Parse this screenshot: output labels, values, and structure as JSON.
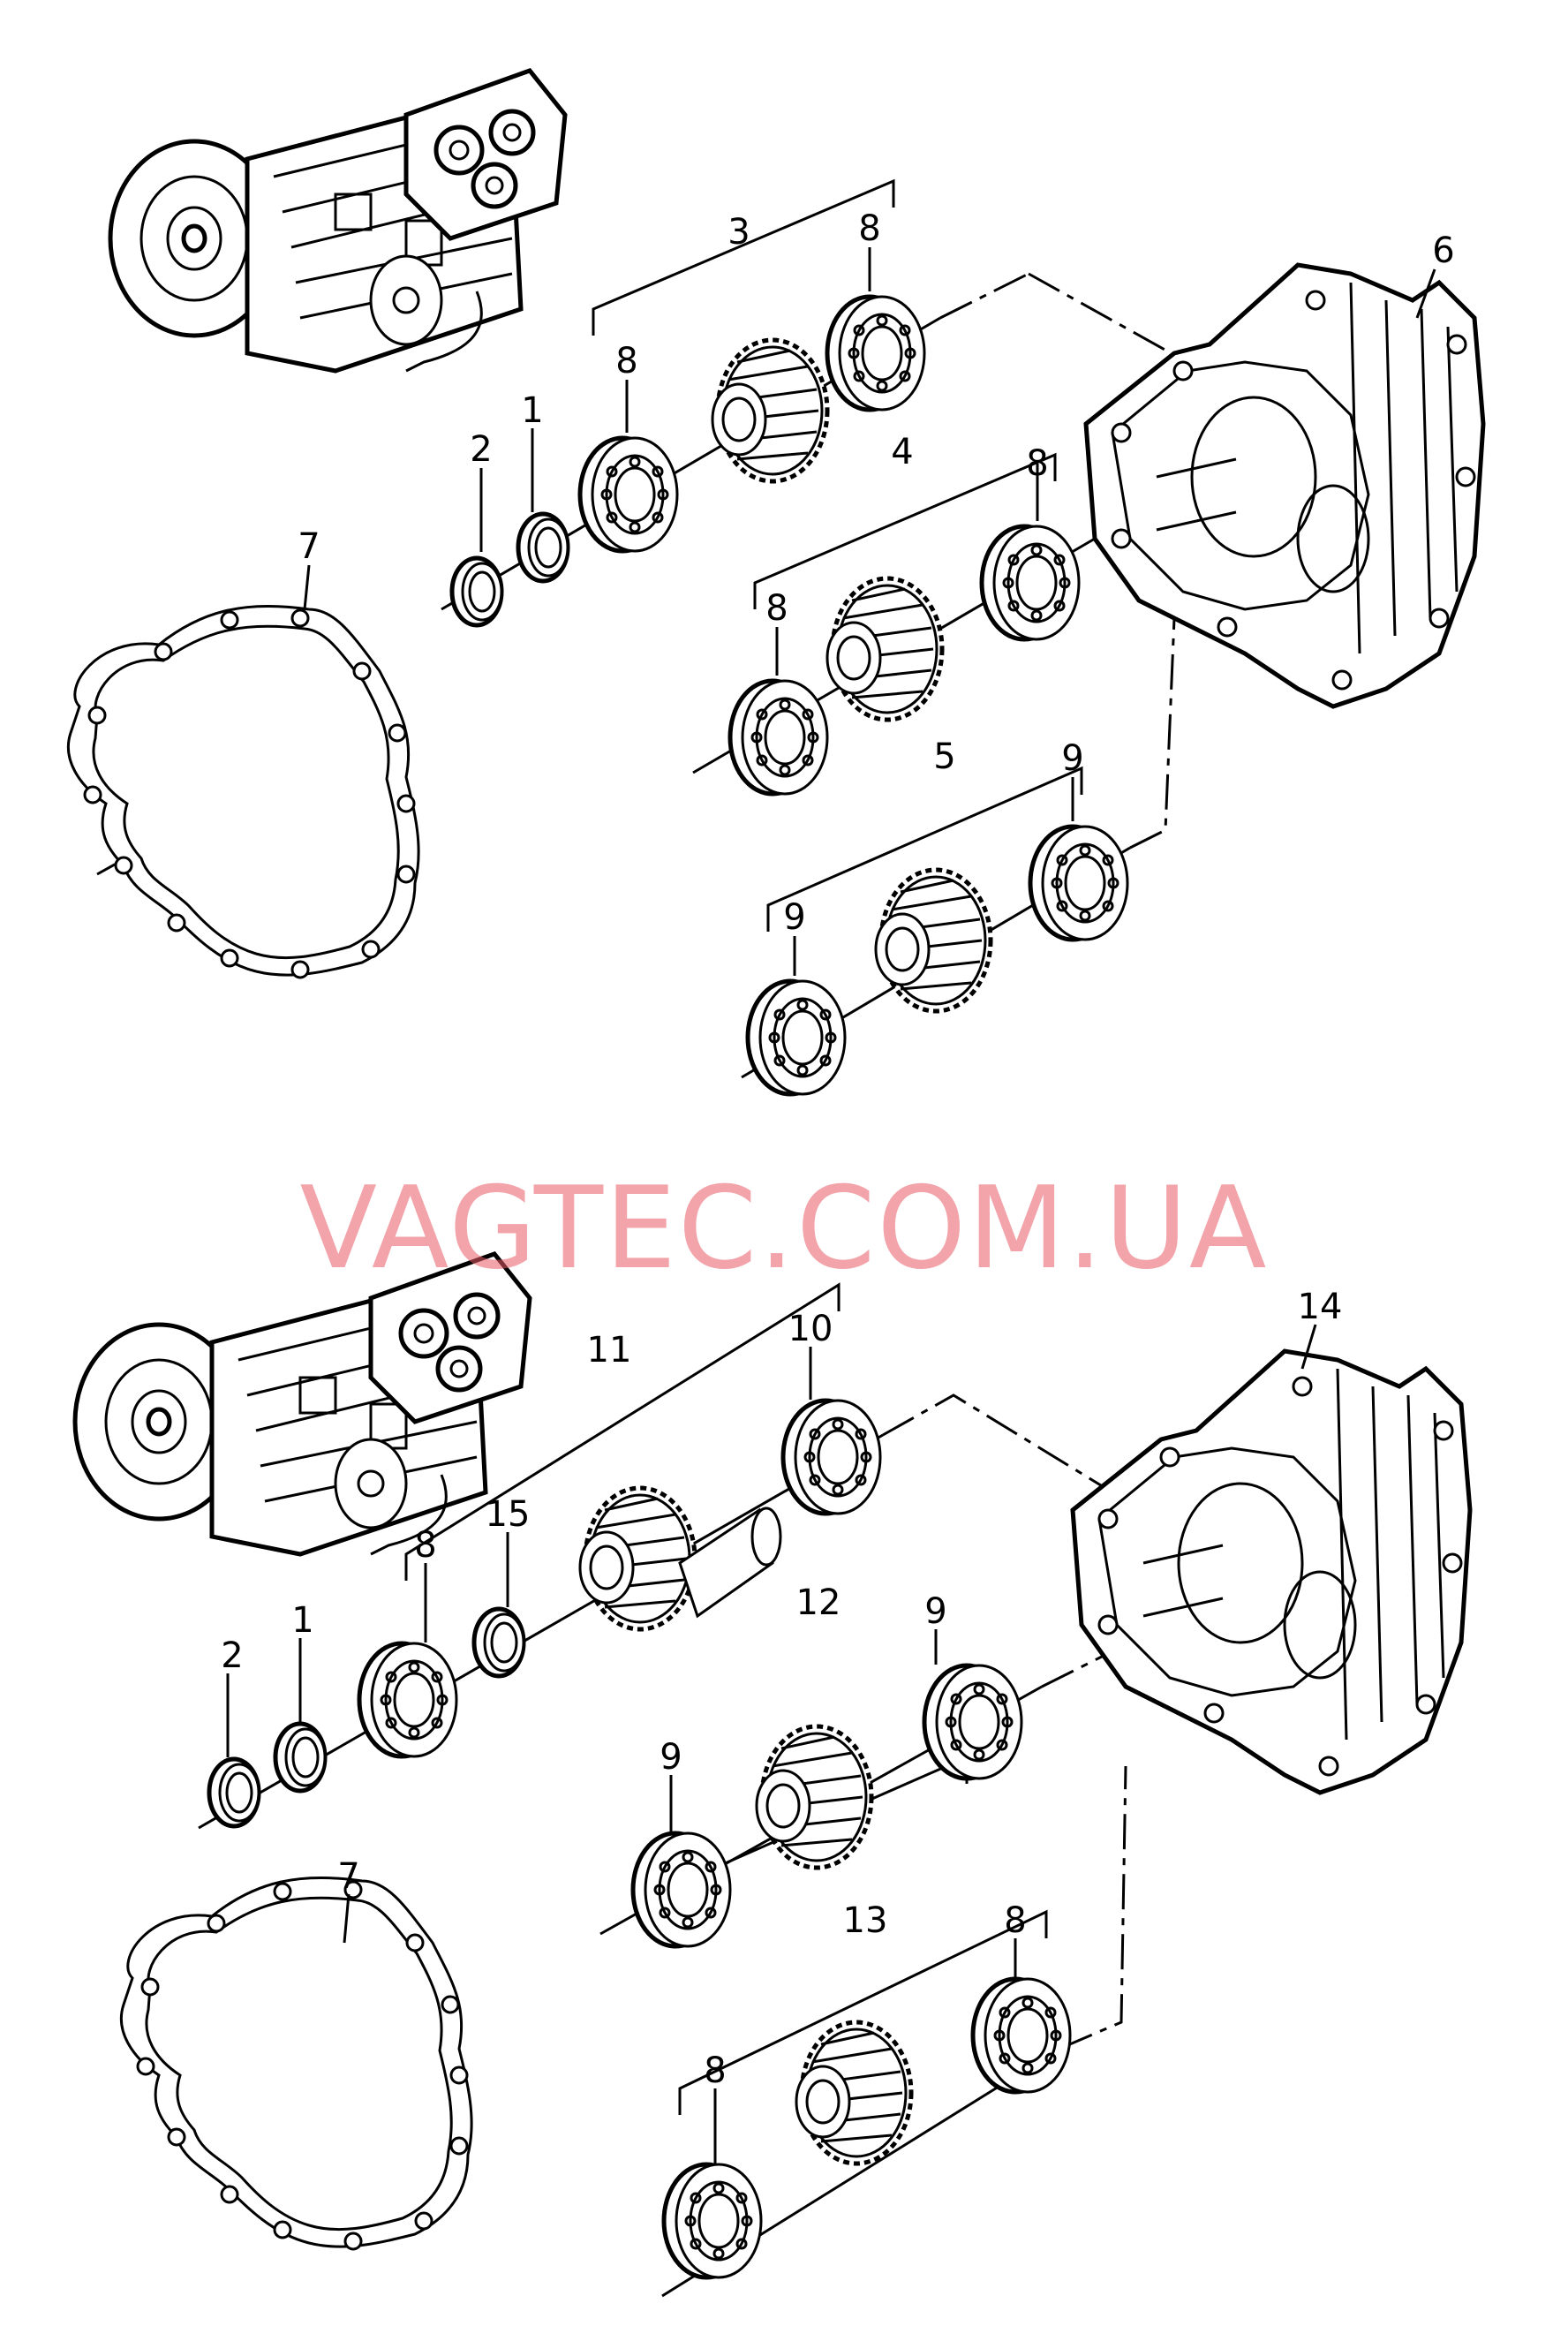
{
  "watermark": "VAGTEC.COM.UA",
  "upper_callouts": {
    "c1": "1",
    "c2": "2",
    "c3": "3",
    "c4": "4",
    "c5": "5",
    "c6": "6",
    "c7": "7",
    "c8a": "8",
    "c8b": "8",
    "c8c": "8",
    "c8d": "8",
    "c9a": "9",
    "c9b": "9"
  },
  "lower_callouts": {
    "c1": "1",
    "c2": "2",
    "c7": "7",
    "c8a": "8",
    "c8b": "8",
    "c8c": "8",
    "c9a": "9",
    "c9b": "9",
    "c10": "10",
    "c11": "11",
    "c12": "12",
    "c13": "13",
    "c14": "14",
    "c15": "15"
  },
  "colors": {
    "line": "#000000",
    "watermark": "#e85a64",
    "background": "#ffffff"
  }
}
